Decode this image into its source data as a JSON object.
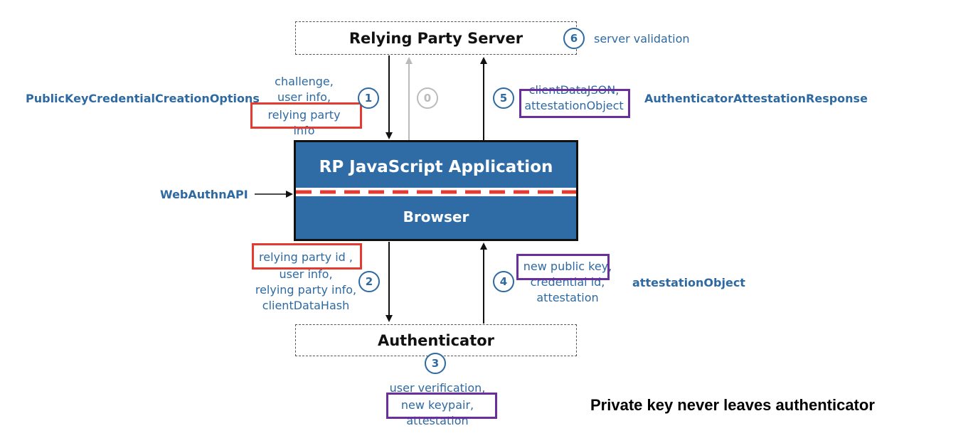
{
  "nodes": {
    "server": "Relying Party Server",
    "app": "RP JavaScript Application",
    "browser": "Browser",
    "authenticator": "Authenticator"
  },
  "steps": {
    "s0": "0",
    "s1": "1",
    "s2": "2",
    "s3": "3",
    "s4": "4",
    "s5": "5",
    "s6": "6"
  },
  "labels": {
    "step6": "server validation",
    "step1": [
      "challenge,",
      "user info,",
      "relying party info"
    ],
    "step5": [
      "clientDataJSON,",
      "attestationObject"
    ],
    "step2": [
      "relying party id ,",
      "user info,",
      "relying party info,",
      "clientDataHash"
    ],
    "step4": [
      "new public key,",
      "credential id,",
      "attestation"
    ],
    "step3": [
      "user verification,",
      "new keypair,",
      "attestation"
    ]
  },
  "side_labels": {
    "options": "PublicKeyCredentialCreationOptions",
    "response": "AuthenticatorAttestationResponse",
    "api": "WebAuthnAPI",
    "attobj": "attestationObject"
  },
  "note": "Private key never leaves authenticator",
  "colors": {
    "blue": "#2e6aa1",
    "app_fill": "#2f6ca6",
    "red_highlight": "#e53a2f",
    "purple_highlight": "#6a2f9c",
    "gray_arrow": "#bbbbbb"
  }
}
